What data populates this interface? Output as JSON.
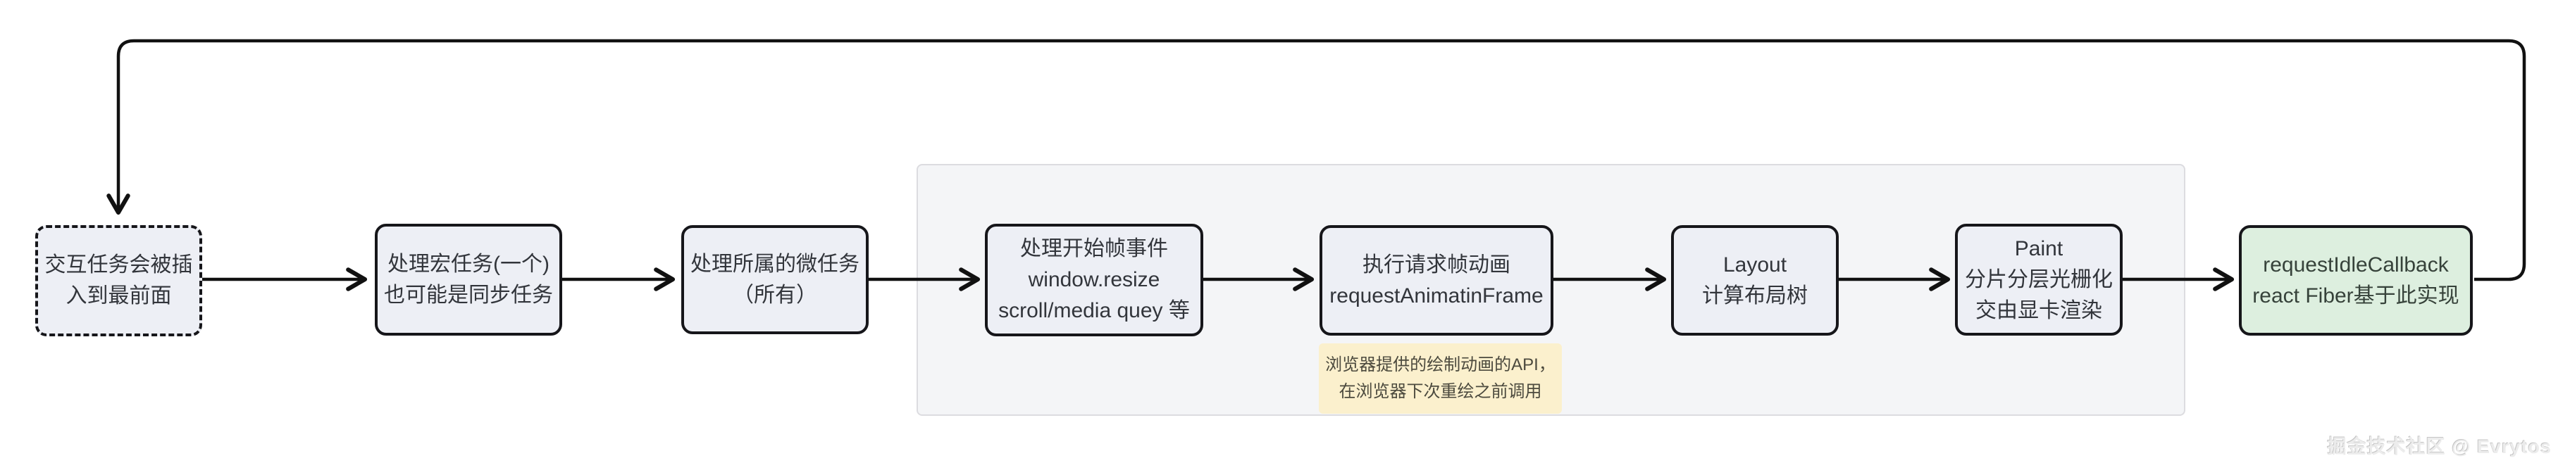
{
  "diagram": {
    "nodes": [
      {
        "id": "interactive-task",
        "lines": [
          "交互任务会被插",
          "入到最前面"
        ]
      },
      {
        "id": "macro-task",
        "lines": [
          "处理宏任务(一个)",
          "也可能是同步任务"
        ]
      },
      {
        "id": "micro-task",
        "lines": [
          "处理所属的微任务",
          "（所有）"
        ]
      },
      {
        "id": "frame-events",
        "lines": [
          "处理开始帧事件",
          "window.resize",
          "scroll/media quey 等"
        ]
      },
      {
        "id": "raf",
        "lines": [
          "执行请求帧动画",
          "requestAnimatinFrame"
        ]
      },
      {
        "id": "layout",
        "lines": [
          "Layout",
          "计算布局树"
        ]
      },
      {
        "id": "paint",
        "lines": [
          "Paint",
          "分片分层光栅化",
          "交由显卡渲染"
        ]
      },
      {
        "id": "request-idle-callback",
        "lines": [
          "requestIdleCallback",
          "react Fiber基于此实现"
        ]
      }
    ],
    "note": {
      "lines": [
        "浏览器提供的绘制动画的API，",
        "在浏览器下次重绘之前调用"
      ]
    },
    "watermark": "掘金技术社区 @ Evrytos",
    "colors": {
      "node_fill": "#edeff5",
      "node_border": "#16161a",
      "green_node_fill": "#ddefdf",
      "green_node_text": "#36423a",
      "note_fill": "#fbf0cd",
      "note_text": "#4c4a3e",
      "frame_fill": "#f4f5f7",
      "frame_border": "#dcdce0",
      "arrow": "#111111",
      "background": "#ffffff"
    }
  }
}
